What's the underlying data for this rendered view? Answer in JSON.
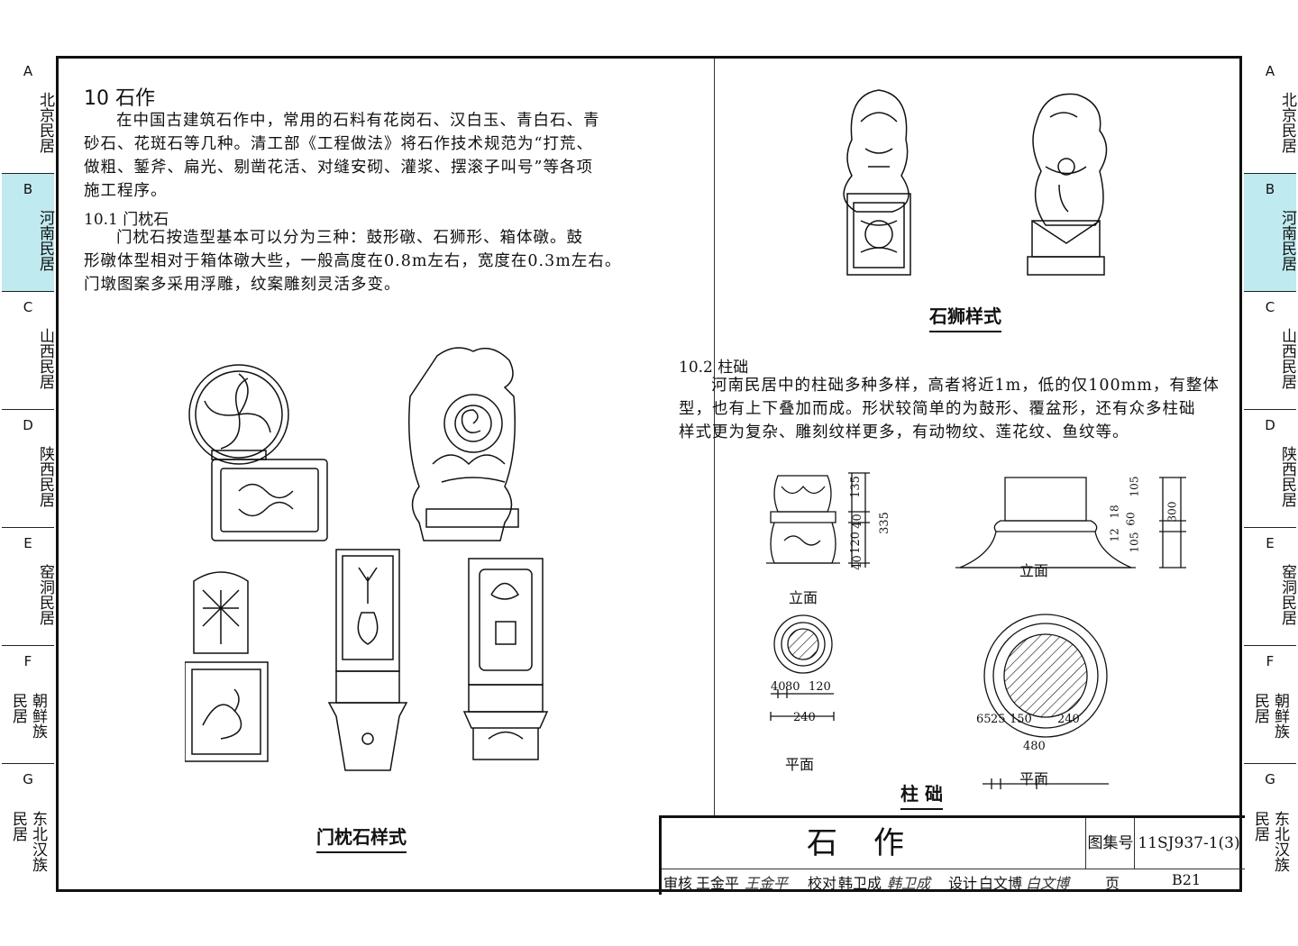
{
  "side_tabs": [
    {
      "letter": "A",
      "name": "北京民居"
    },
    {
      "letter": "B",
      "name": "河南民居",
      "active": true
    },
    {
      "letter": "C",
      "name": "山西民居"
    },
    {
      "letter": "D",
      "name": "陕西民居"
    },
    {
      "letter": "E",
      "name": "窑洞民居"
    },
    {
      "letter": "F",
      "name_cols": [
        "朝鲜族",
        "民居"
      ]
    },
    {
      "letter": "G",
      "name_cols": [
        "东北汉族",
        "民居"
      ]
    }
  ],
  "section": {
    "title": "10  石作",
    "intro": [
      "在中国古建筑石作中，常用的石料有花岗石、汉白玉、青白石、青",
      "砂石、花斑石等几种。清工部《工程做法》将石作技术规范为“打荒、",
      "做粗、錾斧、扁光、剔凿花活、对缝安砌、灌浆、摆滚子叫号”等各项",
      "施工程序。"
    ],
    "sub1_title": "10.1  门枕石",
    "sub1_text": [
      "门枕石按造型基本可以分为三种：鼓形礅、石狮形、箱体礅。鼓",
      "形礅体型相对于箱体礅大些，一般高度在0.8m左右，宽度在0.3m左右。",
      "门墩图案多采用浮雕，纹案雕刻灵活多变。"
    ],
    "caption_left": "门枕石样式",
    "caption_lion": "石狮样式",
    "sub2_title": "10.2  柱础",
    "sub2_text": [
      "河南民居中的柱础多种多样，高者将近1m，低的仅100mm，有整体",
      "型，也有上下叠加而成。形状较简单的为鼓形、覆盆形，还有众多柱础",
      "样式更为复杂、雕刻纹样更多，有动物纹、莲花纹、鱼纹等。"
    ],
    "caption_base": "柱  础"
  },
  "drawings": {
    "elev_label": "立面",
    "plan_label": "平面",
    "dim_a": [
      "135",
      "40",
      "120",
      "40",
      "335"
    ],
    "dim_a_plan": [
      "40",
      "80",
      "120",
      "240"
    ],
    "dim_b": [
      "105",
      "18",
      "60",
      "12",
      "105",
      "300"
    ],
    "dim_b_plan": [
      "65",
      "25",
      "150",
      "240",
      "480"
    ]
  },
  "title_block": {
    "title": "石作",
    "atlas_label": "图集号",
    "atlas_no": "11SJ937-1(3)",
    "page_label": "页",
    "page_no": "B21",
    "review_label": "审核",
    "reviewer": "王金平",
    "check_label": "校对",
    "checker": "韩卫成",
    "design_label": "设计",
    "designer": "白文博"
  }
}
